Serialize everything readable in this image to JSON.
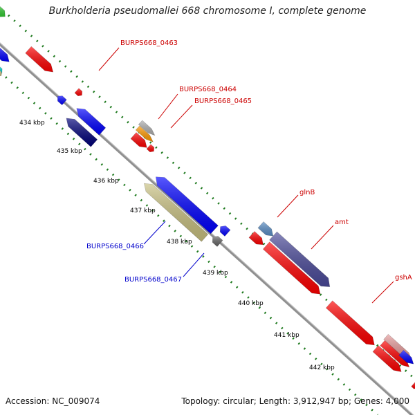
{
  "title": "Burkholderia pseudomallei 668 chromosome I, complete genome",
  "footer": {
    "accession_label": "Accession:",
    "accession": "NC_009074",
    "topology_label": "Topology:",
    "topology": "circular",
    "length_label": "Length:",
    "length": "3,912,947 bp",
    "genes_label": "Genes:",
    "genes": "4,000"
  },
  "colors": {
    "forward_gene": "#ff0000",
    "reverse_gene": "#0000ff",
    "dark_blue_gene": "#00007a",
    "slate_gene": "#4b4a9a",
    "khaki_gene": "#c8c080",
    "grey_gene": "#666666",
    "orange_gene": "#ff9900",
    "light_grey_gene": "#b0b0b0",
    "steel_blue_gene": "#5b8fc7",
    "pink_gene": "#e79a9a",
    "green_gene": "#33cc33",
    "cyan_gene": "#00d8d8",
    "backbone": "#999999",
    "tick_dots": "#1e7a1e",
    "forward_label": "#cc0000",
    "reverse_label": "#0000cc",
    "scale_label": "#000000"
  },
  "scale_labels": [
    "434 kbp",
    "435 kbp",
    "436 kbp",
    "437 kbp",
    "438 kbp",
    "439 kbp",
    "440 kbp",
    "441 kbp",
    "442 kbp"
  ],
  "gene_labels": {
    "forward": [
      "BURPS668_0463",
      "BURPS668_0464",
      "BURPS668_0465",
      "glnB",
      "amt",
      "gshA"
    ],
    "reverse": [
      "BURPS668_0466",
      "BURPS668_0467"
    ]
  }
}
